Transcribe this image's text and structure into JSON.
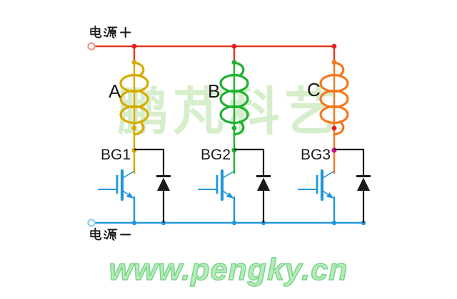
{
  "labels": {
    "power_plus": "电源+",
    "power_minus": "电源−",
    "phase_a": "A",
    "phase_b": "B",
    "phase_c": "C",
    "bg1": "BG1",
    "bg2": "BG2",
    "bg3": "BG3"
  },
  "watermark_text": "鹏芃科艺",
  "footer_url": "www.pengky.cn",
  "colors": {
    "positive_rail_red": "#e03a20",
    "negative_rail_blue": "#2598dc",
    "phase_a_coil_yellow": "#d8ab00",
    "phase_b_coil_green": "#1db331",
    "phase_c_coil_orange": "#f4791f",
    "transistor_blue": "#2196d6",
    "diode_black": "#1a1a1a",
    "junction_red": "#ed1c24",
    "junction_magenta": "#ec008c",
    "terminal_plus_ring": "#f5948a",
    "terminal_minus_ring": "#8ecdf0",
    "watermark_green": "#d6eecb",
    "footer_green_fill": "#b2edb8",
    "footer_green_stroke": "#79d189",
    "label_black": "#1a1a1a"
  }
}
